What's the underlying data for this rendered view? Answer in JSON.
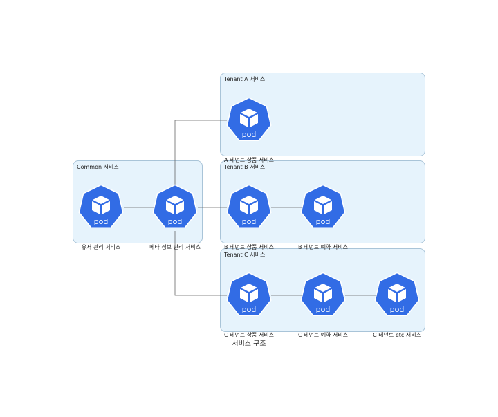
{
  "caption": "서비스 구조",
  "colors": {
    "cluster_fill": "#e6f3fc",
    "cluster_border": "#a9c4d8",
    "pod_fill": "#326ce5",
    "pod_border": "#ffffff",
    "edge": "#666666"
  },
  "icon": "kubernetes-pod-icon",
  "clusters": {
    "tenant_a": {
      "label": "Tenant A 서비스"
    },
    "tenant_b": {
      "label": "Tenant B 서비스"
    },
    "common": {
      "label": "Common 서비스"
    },
    "tenant_c": {
      "label": "Tenant C 서비스"
    }
  },
  "nodes": {
    "a_product": {
      "label": "A 테넌트 상품 서비스",
      "pod_text": "pod"
    },
    "user_mgmt": {
      "label": "유저 관리 서비스",
      "pod_text": "pod"
    },
    "meta_mgmt": {
      "label": "메타 정보 관리 서비스",
      "pod_text": "pod"
    },
    "b_product": {
      "label": "B 테넌트 상품 서비스",
      "pod_text": "pod"
    },
    "b_reservation": {
      "label": "B 테넌트 예약 서비스",
      "pod_text": "pod"
    },
    "c_product": {
      "label": "C 테넌트 상품 서비스",
      "pod_text": "pod"
    },
    "c_reservation": {
      "label": "C 테넌트 예약 서비스",
      "pod_text": "pod"
    },
    "c_etc": {
      "label": "C 테넌트 etc 서비스",
      "pod_text": "pod"
    }
  },
  "edges": [
    {
      "from": "user_mgmt",
      "to": "meta_mgmt"
    },
    {
      "from": "meta_mgmt",
      "to": "a_product"
    },
    {
      "from": "meta_mgmt",
      "to": "b_product"
    },
    {
      "from": "meta_mgmt",
      "to": "c_product"
    },
    {
      "from": "b_product",
      "to": "b_reservation"
    },
    {
      "from": "c_product",
      "to": "c_reservation"
    },
    {
      "from": "c_reservation",
      "to": "c_etc"
    }
  ]
}
